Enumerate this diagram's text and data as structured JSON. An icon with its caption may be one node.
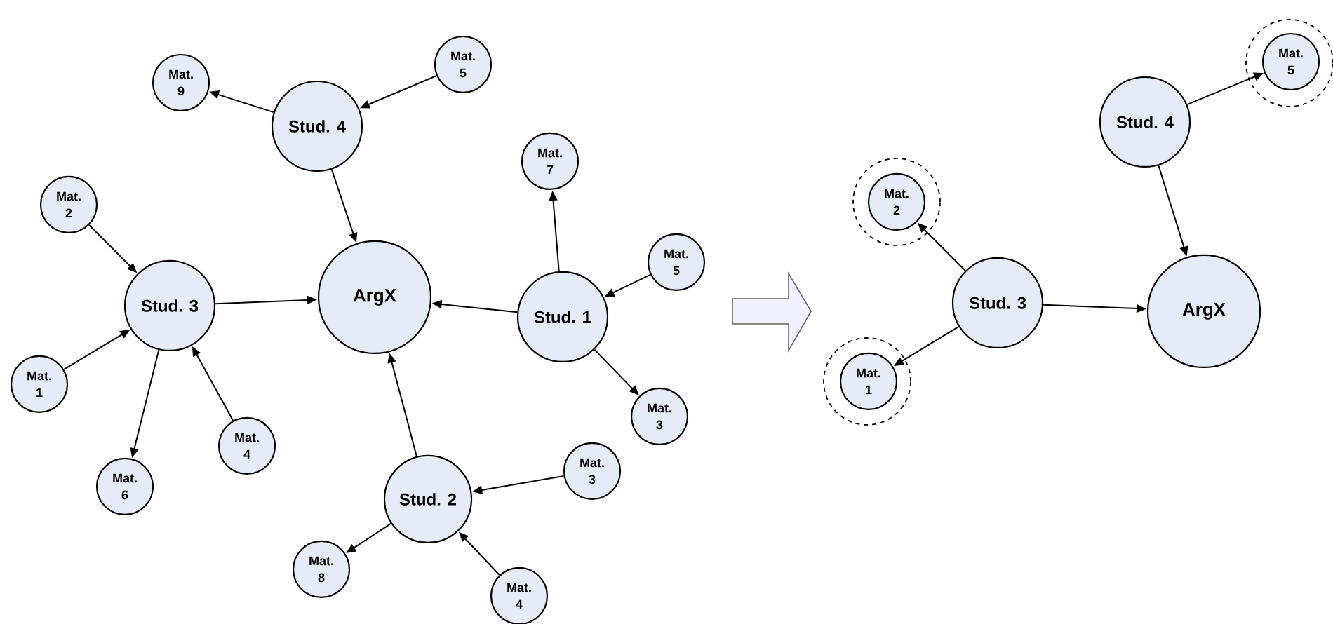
{
  "diagram": {
    "nodes": [
      {
        "text": [
          "ArgX"
        ]
      },
      {
        "text": [
          "Stud. 4"
        ]
      },
      {
        "text": [
          "Mat. 9"
        ]
      },
      {
        "text": [
          "Mat. 5"
        ]
      },
      {
        "text": [
          "Mat. 2"
        ]
      },
      {
        "text": [
          "Stud. 3"
        ]
      },
      {
        "text": [
          "Mat. 7"
        ]
      },
      {
        "text": [
          "Mat. 5"
        ]
      },
      {
        "text": [
          "Stud. 1"
        ]
      },
      {
        "text": [
          "Mat. 1"
        ]
      },
      {
        "text": [
          "Mat. 4"
        ]
      },
      {
        "text": [
          "Mat. 6"
        ]
      },
      {
        "text": [
          "Mat. 3"
        ]
      },
      {
        "text": [
          "Stud. 2"
        ]
      },
      {
        "text": [
          "Mat. 3"
        ]
      },
      {
        "text": [
          "Mat. 8"
        ]
      },
      {
        "text": [
          "Mat. 4"
        ]
      },
      {
        "text": [
          "Stud. 4"
        ]
      },
      {
        "text": [],
        "shape": "circle"
      },
      {
        "text": [
          "Mat. 5"
        ],
        "in": 18
      },
      {
        "text": [],
        "shape": "circle"
      },
      {
        "text": [
          "Mat. 2"
        ],
        "in": 20
      },
      {
        "text": [
          "Stud. 3"
        ]
      },
      {
        "text": [
          "ArgX"
        ]
      },
      {
        "text": [],
        "shape": "circle"
      },
      {
        "text": [
          "Mat. 1"
        ],
        "in": 24
      }
    ],
    "edges": [
      {
        "from": 1,
        "to": 2,
        "arrow": "to"
      },
      {
        "from": 3,
        "to": 1,
        "arrow": "to"
      },
      {
        "from": 1,
        "to": 0,
        "arrow": "to"
      },
      {
        "from": 4,
        "to": 5,
        "arrow": "to"
      },
      {
        "from": 5,
        "to": 0,
        "arrow": "to"
      },
      {
        "from": 8,
        "to": 0,
        "arrow": "to"
      },
      {
        "from": 8,
        "to": 6,
        "arrow": "to"
      },
      {
        "from": 7,
        "to": 8,
        "arrow": "to"
      },
      {
        "from": 8,
        "to": 12,
        "arrow": "to"
      },
      {
        "from": 9,
        "to": 5,
        "arrow": "to"
      },
      {
        "from": 5,
        "to": 11,
        "arrow": "to"
      },
      {
        "from": 10,
        "to": 5,
        "arrow": "to"
      },
      {
        "from": 13,
        "to": 0,
        "arrow": "to"
      },
      {
        "from": 14,
        "to": 13,
        "arrow": "to"
      },
      {
        "from": 13,
        "to": 15,
        "arrow": "to"
      },
      {
        "from": 16,
        "to": 13,
        "arrow": "to"
      },
      {
        "from": 17,
        "to": 19,
        "arrow": "to"
      },
      {
        "from": 17,
        "to": 23,
        "arrow": "to"
      },
      {
        "from": 22,
        "to": 21,
        "arrow": "to"
      },
      {
        "from": 22,
        "to": 23,
        "arrow": "to"
      },
      {
        "from": 22,
        "to": 25,
        "arrow": "to"
      }
    ]
  }
}
